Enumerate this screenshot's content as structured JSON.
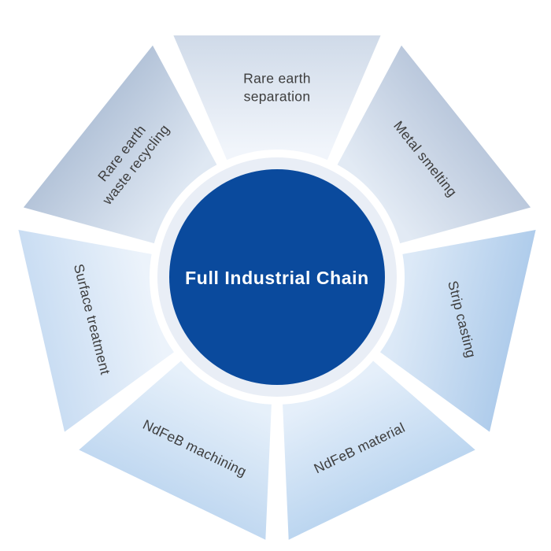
{
  "diagram": {
    "center": {
      "label": "Full Industrial Chain",
      "fill": "#0a4a9d",
      "text_color": "#ffffff",
      "halo_color": "#e9eef6"
    },
    "label_color": "#3d3d3d",
    "segments": [
      {
        "id": "rare-earth-separation",
        "label": "Rare earth separation",
        "lines": [
          "Rare earth",
          "separation"
        ],
        "color_outer": "#c9d5e5",
        "color_inner": "#f1f5fb"
      },
      {
        "id": "metal-smelting",
        "label": "Metal smelting",
        "lines": [
          "Metal smelting"
        ],
        "color_outer": "#b3c2d8",
        "color_inner": "#e2eaf4"
      },
      {
        "id": "strip-casting",
        "label": "Strip casting",
        "lines": [
          "Strip casting"
        ],
        "color_outer": "#a7c7e9",
        "color_inner": "#dce9f7"
      },
      {
        "id": "ndfeb-material",
        "label": "NdFeB material",
        "lines": [
          "NdFeB material"
        ],
        "color_outer": "#b4d1ee",
        "color_inner": "#e5effa"
      },
      {
        "id": "ndfeb-machining",
        "label": "NdFeB machining",
        "lines": [
          "NdFeB machining"
        ],
        "color_outer": "#bad4ef",
        "color_inner": "#e6f0fa"
      },
      {
        "id": "surface-treatment",
        "label": "Surface treatment",
        "lines": [
          "Surface treatment"
        ],
        "color_outer": "#c3d9f1",
        "color_inner": "#ecf3fb"
      },
      {
        "id": "rare-earth-waste-recycling",
        "label": "Rare earth waste recycling",
        "lines": [
          "Rare earth",
          "waste recycling"
        ],
        "color_outer": "#acbdd4",
        "color_inner": "#dfe8f3"
      }
    ]
  }
}
